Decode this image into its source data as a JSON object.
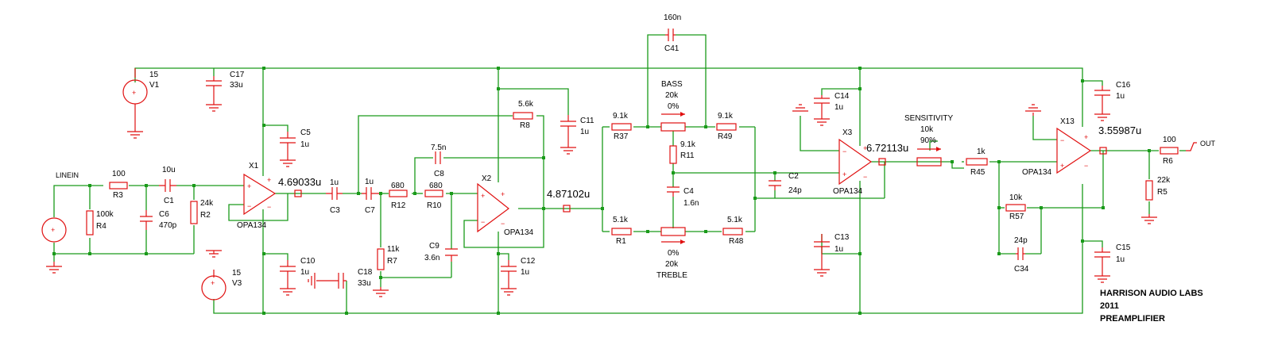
{
  "title_block": [
    "HARRISON AUDIO LABS",
    "2011",
    "PREAMPLIFIER"
  ],
  "nets": {
    "in": "LINEIN",
    "out": "OUT"
  },
  "probes": {
    "x1_out": "4.69033u",
    "x2_out": "4.87102u",
    "x3_out": "6.72113u",
    "x13_out": "3.55987u"
  },
  "sources": {
    "v1": {
      "name": "V1",
      "value": "15"
    },
    "v3": {
      "name": "V3",
      "value": "15"
    }
  },
  "opamps": {
    "x1": {
      "name": "X1",
      "model": "OPA134"
    },
    "x2": {
      "name": "X2",
      "model": "OPA134"
    },
    "x3": {
      "name": "X3",
      "model": "OPA134"
    },
    "x13": {
      "name": "X13",
      "model": "OPA134"
    }
  },
  "resistors": {
    "r3": {
      "name": "R3",
      "value": "100"
    },
    "r4": {
      "name": "R4",
      "value": "100k"
    },
    "r2": {
      "name": "R2",
      "value": "24k"
    },
    "r12": {
      "name": "R12",
      "value": "680"
    },
    "r10": {
      "name": "R10",
      "value": "680"
    },
    "r7": {
      "name": "R7",
      "value": "11k"
    },
    "r8": {
      "name": "R8",
      "value": "5.6k"
    },
    "r37": {
      "name": "R37",
      "value": "9.1k"
    },
    "r49": {
      "name": "R49",
      "value": "9.1k"
    },
    "r11": {
      "name": "R11",
      "value": "9.1k"
    },
    "r1": {
      "name": "R1",
      "value": "5.1k"
    },
    "r48": {
      "name": "R48",
      "value": "5.1k"
    },
    "r45": {
      "name": "R45",
      "value": "1k"
    },
    "r57": {
      "name": "R57",
      "value": "10k"
    },
    "r6": {
      "name": "R6",
      "value": "100"
    },
    "r5": {
      "name": "R5",
      "value": "22k"
    }
  },
  "capacitors": {
    "c1": {
      "name": "C1",
      "value": "10u"
    },
    "c6": {
      "name": "C6",
      "value": "470p"
    },
    "c17": {
      "name": "C17",
      "value": "33u"
    },
    "c5": {
      "name": "C5",
      "value": "1u"
    },
    "c10": {
      "name": "C10",
      "value": "1u"
    },
    "c3": {
      "name": "C3",
      "value": "1u"
    },
    "c7": {
      "name": "C7",
      "value": "1u"
    },
    "c8": {
      "name": "C8",
      "value": "7.5n"
    },
    "c9": {
      "name": "C9",
      "value": "3.6n"
    },
    "c18": {
      "name": "C18",
      "value": "33u"
    },
    "c11": {
      "name": "C11",
      "value": "1u"
    },
    "c12": {
      "name": "C12",
      "value": "1u"
    },
    "c41": {
      "name": "C41",
      "value": "160n"
    },
    "c4": {
      "name": "C4",
      "value": "1.6n"
    },
    "c14": {
      "name": "C14",
      "value": "1u"
    },
    "c13": {
      "name": "C13",
      "value": "1u"
    },
    "c2": {
      "name": "C2",
      "value": "24p"
    },
    "c16": {
      "name": "C16",
      "value": "1u"
    },
    "c15": {
      "name": "C15",
      "value": "1u"
    },
    "c34": {
      "name": "C34",
      "value": "24p"
    }
  },
  "pots": {
    "bass": {
      "label": "BASS",
      "value": "20k",
      "setting": "0%"
    },
    "treble": {
      "label": "TREBLE",
      "value": "20k",
      "setting": "0%"
    },
    "sensitivity": {
      "label": "SENSITIVITY",
      "value": "10k",
      "setting": "90%"
    }
  }
}
